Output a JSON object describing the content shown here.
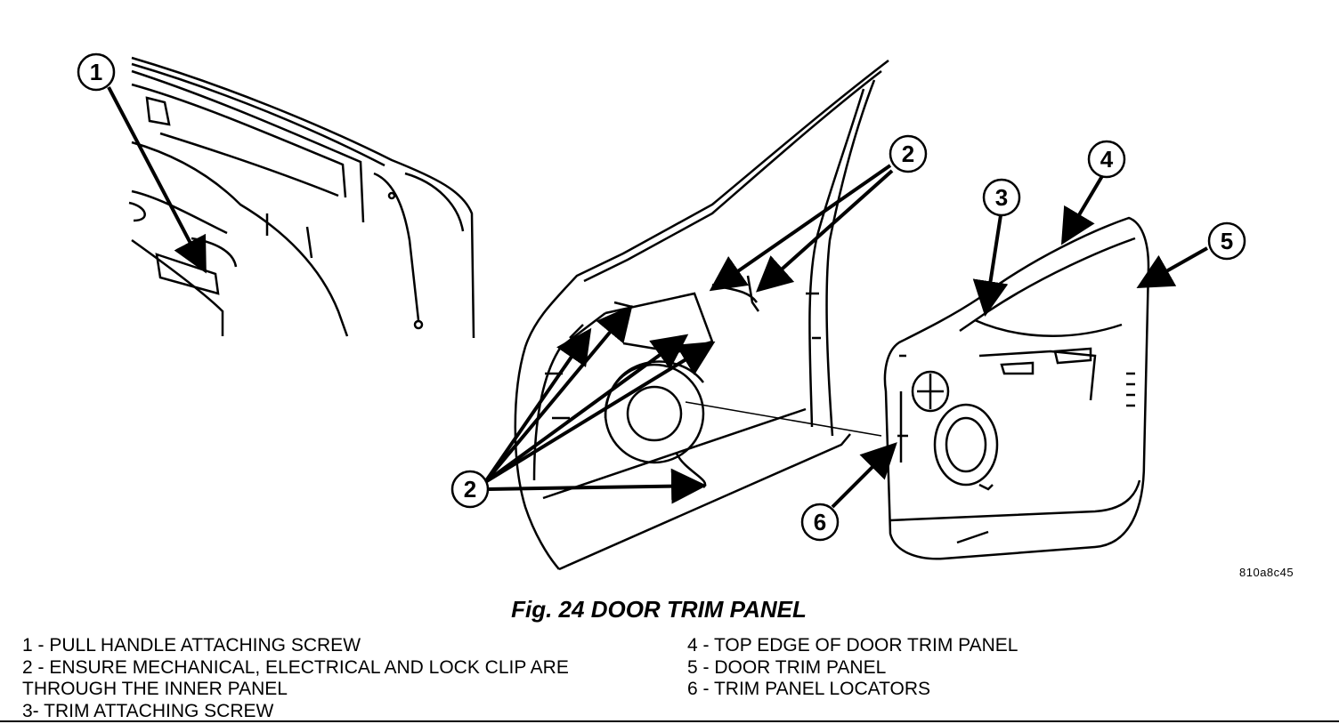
{
  "figure": {
    "title": "Fig. 24 DOOR TRIM PANEL",
    "reference_code": "810a8c45"
  },
  "callouts": [
    "1",
    "2",
    "2",
    "3",
    "4",
    "5",
    "6"
  ],
  "legend": {
    "left": [
      "1 - PULL HANDLE ATTACHING SCREW",
      "2 - ENSURE MECHANICAL, ELECTRICAL AND LOCK CLIP ARE",
      "THROUGH THE INNER PANEL",
      "3- TRIM ATTACHING SCREW"
    ],
    "right": [
      "4 - TOP EDGE OF DOOR TRIM PANEL",
      "5 - DOOR TRIM PANEL",
      "6 - TRIM PANEL LOCATORS"
    ]
  }
}
